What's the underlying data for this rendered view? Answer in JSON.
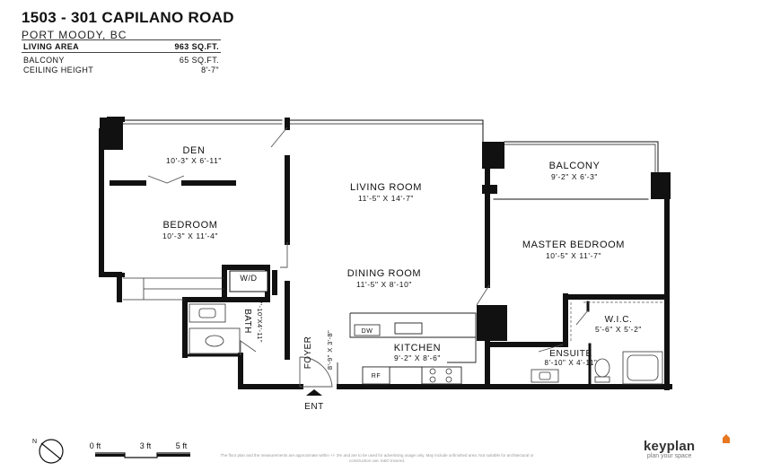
{
  "header": {
    "title": "1503 - 301 CAPILANO ROAD",
    "city": "PORT MOODY, BC",
    "specs": [
      {
        "label": "LIVING AREA",
        "value": "963 SQ.FT."
      },
      {
        "label": "BALCONY",
        "value": "65 SQ.FT."
      },
      {
        "label": "CEILING HEIGHT",
        "value": "8'-7\""
      }
    ]
  },
  "rooms": {
    "den": {
      "name": "DEN",
      "dims": "10'-3\"  X  6'-11\""
    },
    "bedroom": {
      "name": "BEDROOM",
      "dims": "10'-3\"  X  11'-4\""
    },
    "living": {
      "name": "LIVING ROOM",
      "dims": "11'-5\"  X  14'-7\""
    },
    "balcony": {
      "name": "BALCONY",
      "dims": "9'-2\"  X  6'-3\""
    },
    "master": {
      "name": "MASTER BEDROOM",
      "dims": "10'-5\"  X  11'-7\""
    },
    "dining": {
      "name": "DINING ROOM",
      "dims": "11'-5\"  X  8'-10\""
    },
    "wic": {
      "name": "W.I.C.",
      "dims": "5'-6\"  X  5'-2\""
    },
    "kitchen": {
      "name": "KITCHEN",
      "dims": "9'-2\"  X  8'-6\""
    },
    "ensuite": {
      "name": "ENSUITE",
      "dims": "8'-10\" X 4'-11\""
    },
    "bath": {
      "name": "BATH",
      "dims": "7'-10\"X4'-11\""
    },
    "foyer": {
      "name": "FOYER",
      "dims": "8'-9\" X 3'-8\""
    }
  },
  "fixtures": {
    "wd": "W/D",
    "dw": "DW",
    "rf": "RF"
  },
  "entry": "ENT",
  "compass": "N",
  "scale": {
    "a": "0 ft",
    "b": "3 ft",
    "c": "5 ft"
  },
  "logo": {
    "name": "keyplan",
    "tagline": "plan your space",
    "accent": "#e87722"
  },
  "disclaimer": "The floor plan and the measurements are approximate within +/- 3% and are to be used for advertising usage only. May include unfinished area. Not suitable for architectural or construction use. E&O Insured."
}
